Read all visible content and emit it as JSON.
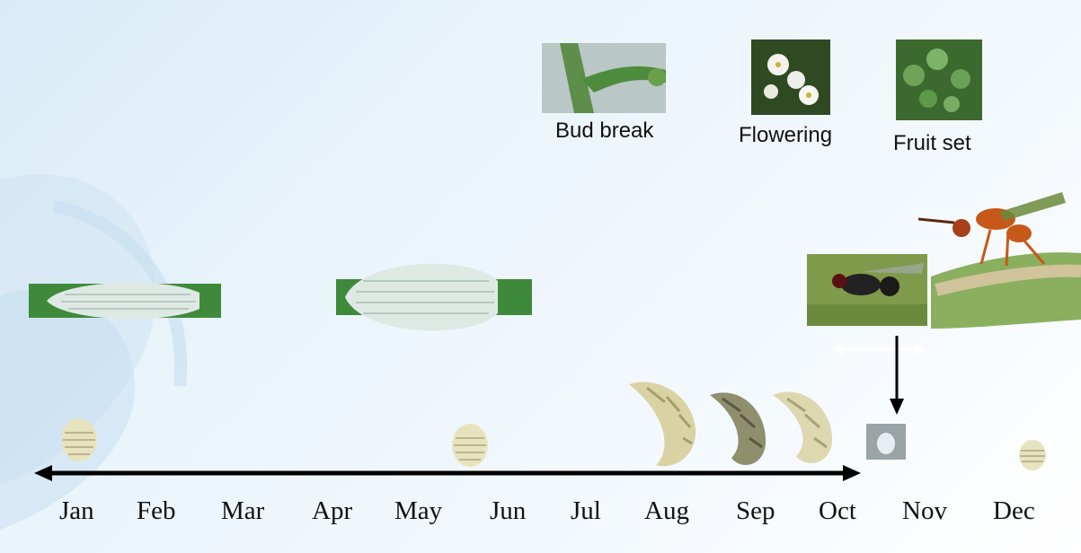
{
  "phenology": {
    "bud_break": "Bud break",
    "flowering": "Flowering",
    "fruit_set": "Fruit set"
  },
  "months": [
    "Jan",
    "Feb",
    "Mar",
    "Apr",
    "May",
    "Jun",
    "Jul",
    "Aug",
    "Sep",
    "Oct",
    "Nov",
    "Dec"
  ],
  "colors": {
    "stem_green": "#3f8a3a",
    "gall_white": "#dfe9e4",
    "scale_cream": "#e8e3bf",
    "wasp_orange": "#c8581a",
    "arrow_black": "#000000"
  }
}
